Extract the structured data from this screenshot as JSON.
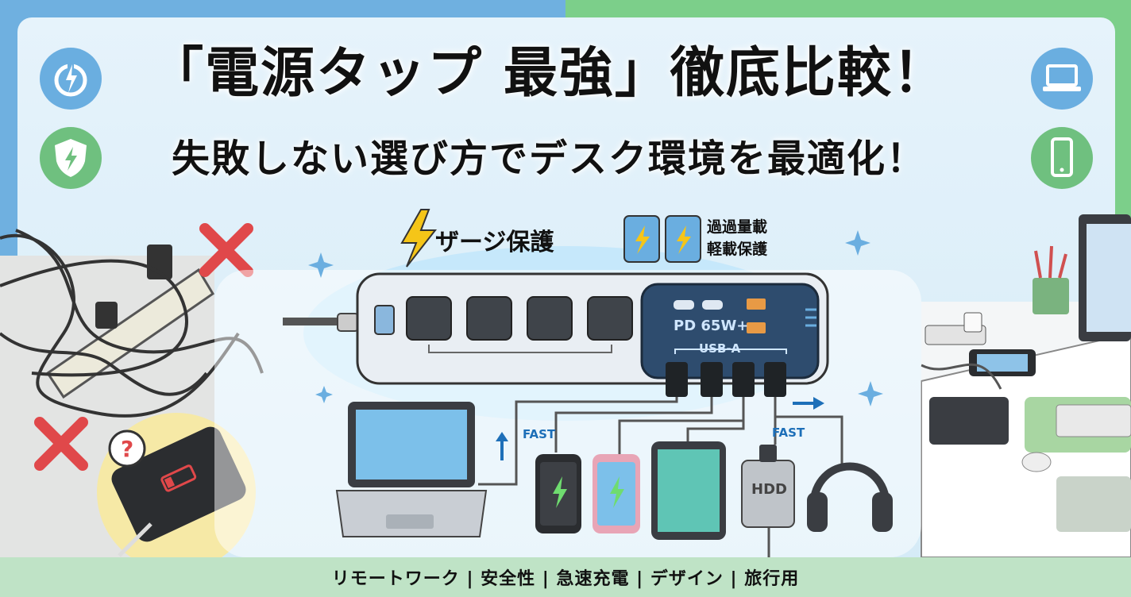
{
  "title": {
    "line1": "「電源タップ 最強」徹底比較！",
    "line2": "失敗しない選び方でデスク環境を最適化！"
  },
  "features": {
    "surge": "ザージ保護",
    "overload_line1": "過過量載",
    "overload_line2": "軽載保護"
  },
  "power_strip": {
    "pd_label": "PD 65W+",
    "usba_label": "USB-A"
  },
  "devices": {
    "fast_left": "FAST",
    "fast_right": "FAST",
    "hdd": "HDD"
  },
  "footer": {
    "tags": "リモートワーク | 安全性 | 急速充電 | デザイン | 旅行用"
  },
  "icons": [
    "power-icon",
    "shield-bolt-icon",
    "laptop-icon",
    "smartphone-icon",
    "bolt-icon",
    "cross-icon",
    "question-icon"
  ],
  "colors": {
    "left_blue": "#6fb0e0",
    "right_green": "#7ccf8a",
    "footer_bg": "#bfe3c6",
    "accent_yellow": "#f5c518",
    "cross_red": "#e0484a",
    "fast_blue": "#1d6fb8"
  }
}
